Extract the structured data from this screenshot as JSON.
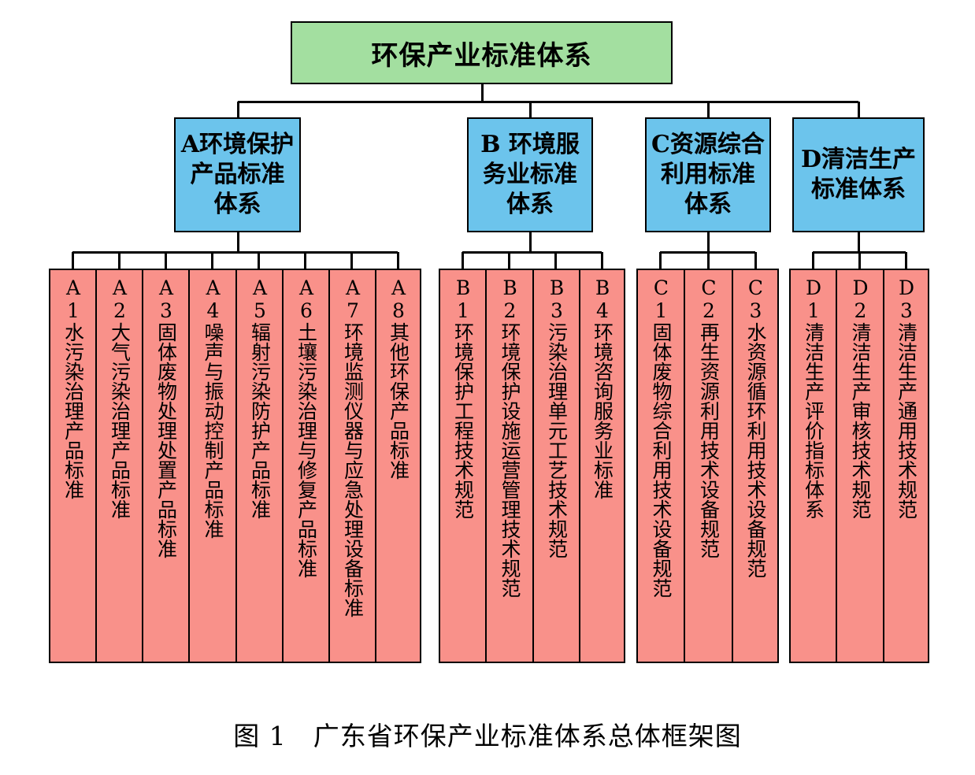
{
  "root": {
    "label": "环保产业标准体系"
  },
  "categories": [
    {
      "id": "A",
      "label": "A环境保护产品标准体系",
      "leaves": [
        "A1水污染治理产品标准",
        "A2大气污染治理产品标准",
        "A3固体废物处理处置产品标准",
        "A4噪声与振动控制产品标准",
        "A5辐射污染防护产品标准",
        "A6土壤污染治理与修复产品标准",
        "A7环境监测仪器与应急处理设备标准",
        "A8其他环保产品标准"
      ]
    },
    {
      "id": "B",
      "label": "B 环境服务业标准体系",
      "leaves": [
        "B1环境保护工程技术规范",
        "B2环境保护设施运营管理技术规范",
        "B3污染治理单元工艺技术规范",
        "B4环境咨询服务业标准"
      ]
    },
    {
      "id": "C",
      "label": "C资源综合利用标准体系",
      "leaves": [
        "C1固体废物综合利用技术设备规范",
        "C2再生资源利用技术设备规范",
        "C3水资源循环利用技术设备规范"
      ]
    },
    {
      "id": "D",
      "label": "D清洁生产标准体系",
      "leaves": [
        "D1清洁生产评价指标体系",
        "D2清洁生产审核技术规范",
        "D3清洁生产通用技术规范"
      ]
    }
  ],
  "caption": "图 1　广东省环保产业标准体系总体框架图",
  "colors": {
    "root": "#a3dfa0",
    "category": "#6cc4ec",
    "leaf": "#f9918a"
  }
}
